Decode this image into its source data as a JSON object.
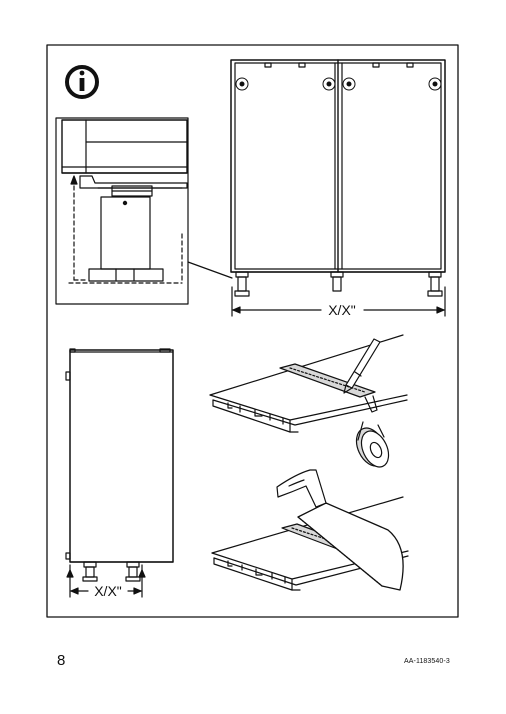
{
  "page": {
    "number": "8",
    "doc_id": "AA-1183540-3"
  },
  "illustration": {
    "info_icon": "info-icon",
    "dimension_label_top": "X/X\"",
    "dimension_label_side": "X/X\""
  }
}
